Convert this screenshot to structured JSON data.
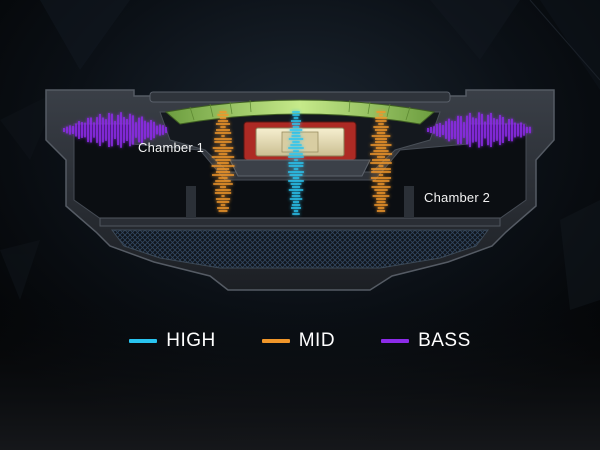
{
  "labels": {
    "chamber_1": "Chamber 1",
    "chamber_2": "Chamber 2"
  },
  "legend": [
    {
      "label": "HIGH",
      "color": "#29c4f0"
    },
    {
      "label": "MID",
      "color": "#f0962a"
    },
    {
      "label": "BASS",
      "color": "#8c2be8"
    }
  ],
  "colors": {
    "background": "#05070b",
    "housing": "#2b2f36",
    "high": "#29c4f0",
    "mid": "#f0962a",
    "bass": "#8c2be8",
    "coil": "#ad2a24",
    "magnet": "#e9dfb8",
    "diaphragm": "#a8d86a"
  }
}
